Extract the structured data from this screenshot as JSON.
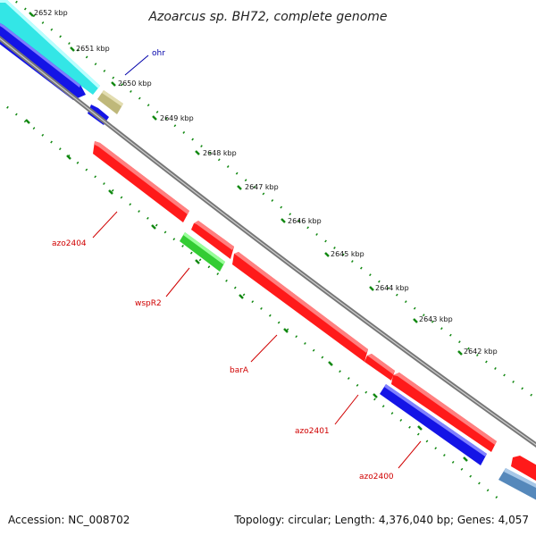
{
  "title": "Azoarcus sp. BH72, complete genome",
  "footer": {
    "accession": "Accession: NC_008702",
    "summary": "Topology: circular; Length: 4,376,040 bp; Genes: 4,057"
  },
  "ticks": [
    {
      "label": "2652 kbp"
    },
    {
      "label": "2651 kbp"
    },
    {
      "label": "2650 kbp"
    },
    {
      "label": "2649 kbp"
    },
    {
      "label": "2648 kbp"
    },
    {
      "label": "2647 kbp"
    },
    {
      "label": "2646 kbp"
    },
    {
      "label": "2645 kbp"
    },
    {
      "label": "2644 kbp"
    },
    {
      "label": "2643 kbp"
    },
    {
      "label": "2642 kbp"
    }
  ],
  "genes": [
    {
      "name": "ohr",
      "color": "#00007a"
    },
    {
      "name": "azo2404",
      "color": "#d00000"
    },
    {
      "name": "wspR2",
      "color": "#d00000"
    },
    {
      "name": "barA",
      "color": "#d00000"
    },
    {
      "name": "azo2401",
      "color": "#d00000"
    },
    {
      "name": "azo2400",
      "color": "#d00000"
    }
  ],
  "colors": {
    "red_feature": "#ff1a1a",
    "blue_feature": "#1010ee",
    "cyan_feature": "#33e6e6",
    "green_feature": "#33cc33",
    "olive_feature": "#bfb87a",
    "steel_feature": "#5588bb",
    "backbone": "#808080",
    "tick_mark": "#118811"
  }
}
